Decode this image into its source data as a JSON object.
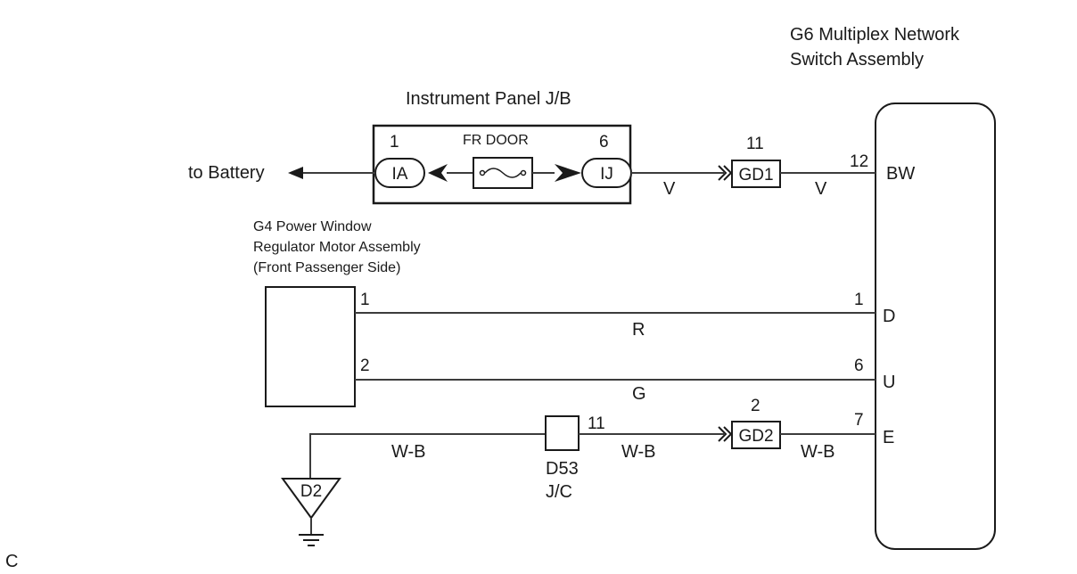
{
  "diagram": {
    "g6_title_line1": "G6 Multiplex Network",
    "g6_title_line2": "Switch Assembly",
    "jb_title": "Instrument Panel J/B",
    "fuse_label": "FR DOOR",
    "to_battery": "to Battery",
    "jb_pin_left": "1",
    "jb_pin_right": "6",
    "conn_ia": "IA",
    "conn_ij": "IJ",
    "g4_line1": "G4 Power Window",
    "g4_line2": "Regulator Motor Assembly",
    "g4_line3": "(Front Passenger Side)",
    "g4_pin1": "1",
    "g4_pin2": "2",
    "gd1_label": "GD1",
    "gd1_pin": "11",
    "gd2_label": "GD2",
    "gd2_pin": "2",
    "d53_pin": "11",
    "d53_line1": "D53",
    "d53_line2": "J/C",
    "ground_label": "D2",
    "g6_pins": {
      "bw": "12",
      "d": "1",
      "u": "6",
      "e": "7"
    },
    "g6_terms": {
      "bw": "BW",
      "d": "D",
      "u": "U",
      "e": "E"
    },
    "wire_colors": {
      "v1": "V",
      "v2": "V",
      "r": "R",
      "g": "G",
      "wb1": "W-B",
      "wb2": "W-B",
      "wb3": "W-B"
    },
    "corner_letter": "C"
  }
}
